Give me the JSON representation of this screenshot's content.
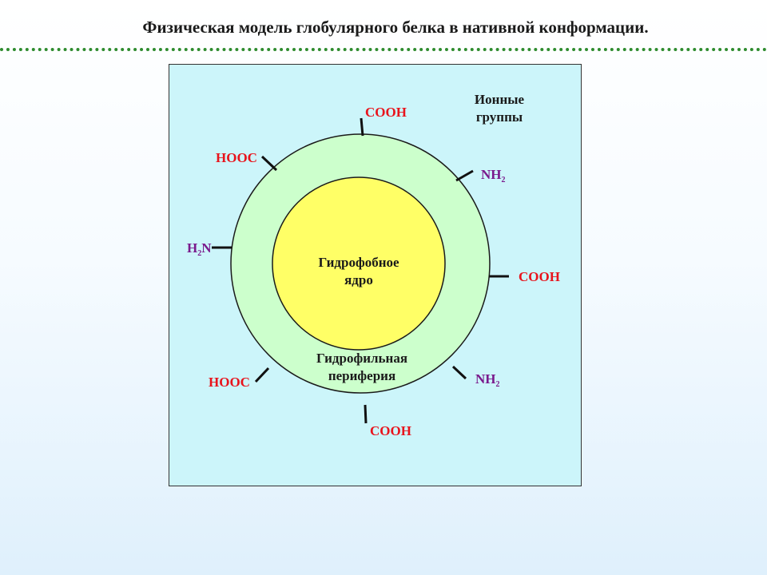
{
  "title": "Физическая модель глобулярного белка в нативной конформации.",
  "diagram": {
    "core_label_1": "Гидрофобное",
    "core_label_2": "ядро",
    "periphery_label_1": "Гидрофильная",
    "periphery_label_2": "периферия",
    "ionic_label_1": "Ионные",
    "ionic_label_2": "группы",
    "groups": {
      "cooh_top": "COOH",
      "hooc_upper_left": "HOOC",
      "nh2_upper_right_main": "NH",
      "nh2_upper_right_sub": "2",
      "h2n_left_h": "H",
      "h2n_left_sub": "2",
      "h2n_left_n": "N",
      "cooh_right": "COOH",
      "hooc_lower_left": "HOOC",
      "nh2_lower_right_main": "NH",
      "nh2_lower_right_sub": "2",
      "cooh_bottom": "COOH"
    },
    "colors": {
      "panel": "#ccf5fa",
      "periphery": "#ccffcc",
      "core": "#ffff66",
      "acid_label": "#e8141c",
      "amine_label": "#7a1a8c"
    }
  }
}
